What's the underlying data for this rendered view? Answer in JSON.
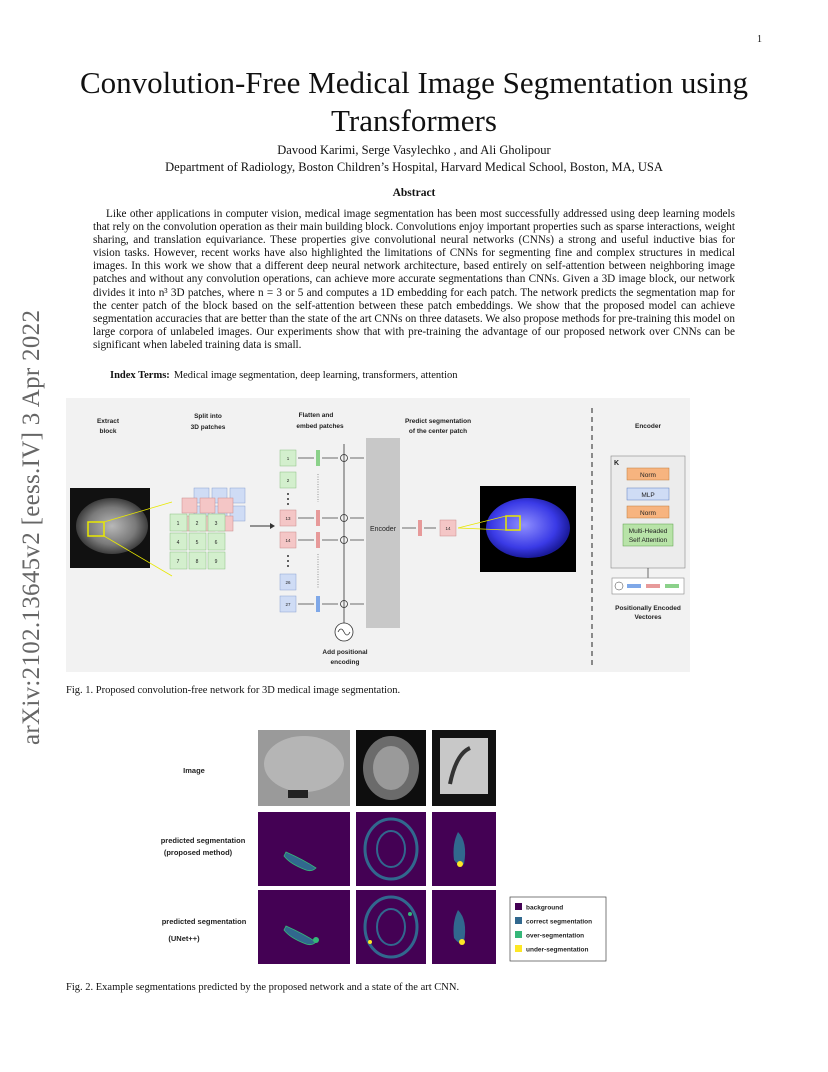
{
  "page_number": "1",
  "arxiv_stamp": "arXiv:2102.13645v2  [eess.IV]  3 Apr 2022",
  "title": "Convolution-Free Medical Image Segmentation using Transformers",
  "authors": "Davood Karimi, Serge Vasylechko , and Ali Gholipour",
  "affiliation": "Department of Radiology, Boston Children’s Hospital, Harvard Medical School, Boston, MA, USA",
  "abstract_heading": "Abstract",
  "abstract_text": "Like other applications in computer vision, medical image segmentation has been most successfully addressed using deep learning models that rely on the convolution operation as their main building block. Convolutions enjoy important properties such as sparse interactions, weight sharing, and translation equivariance. These properties give convolutional neural networks (CNNs) a strong and useful inductive bias for vision tasks. However, recent works have also highlighted the limitations of CNNs for segmenting fine and complex structures in medical images. In this work we show that a different deep neural network architecture, based entirely on self-attention between neighboring image patches and without any convolution operations, can achieve more accurate segmentations than CNNs. Given a 3D image block, our network divides it into n³ 3D patches, where n = 3 or 5 and computes a 1D embedding for each patch. The network predicts the segmentation map for the center patch of the block based on the self-attention between these patch embeddings. We show that the proposed model can achieve segmentation accuracies that are better than the state of the art CNNs on three datasets. We also propose methods for pre-training this model on large corpora of unlabeled images. Our experiments show that with pre-training the advantage of our proposed network over CNNs can be significant when labeled training data is small.",
  "index_terms_label": "Index Terms:",
  "index_terms": "Medical image segmentation, deep learning, transformers, attention",
  "figure1": {
    "caption": "Fig. 1.  Proposed convolution-free network for 3D medical image segmentation.",
    "step_extract_1": "Extract",
    "step_extract_2": "block",
    "step_split_1": "Split into",
    "step_split_2": "3D patches",
    "step_flatten_1": "Flatten and",
    "step_flatten_2": "embed patches",
    "step_predict_1": "Predict segmentation",
    "step_predict_2": "of the center patch",
    "encoder_title": "Encoder",
    "encoder_box": "Encoder",
    "k_label": "K",
    "norm_top": "Norm",
    "mlp": "MLP",
    "norm_bottom": "Norm",
    "mhsa_1": "Multi-Headed",
    "mhsa_2": "Self Attention",
    "pos_enc_1": "Positionally Encoded",
    "pos_enc_2": "Vectores",
    "add_pos_1": "Add positional",
    "add_pos_2": "encoding",
    "patch_labels": [
      "1",
      "2",
      "3",
      "4",
      "5",
      "6",
      "7",
      "8",
      "9"
    ],
    "vector_labels": [
      "1",
      "2",
      "13",
      "14",
      "26",
      "27"
    ],
    "output_patch": "14"
  },
  "figure2": {
    "caption": "Fig. 2.  Example segmentations predicted by the proposed network and a state of the art CNN.",
    "row_image": "Image",
    "row_proposed_1": "predicted segmentation",
    "row_proposed_2": "(proposed method)",
    "row_unet_1": "predicted segmentation",
    "row_unet_2": "(UNet++)",
    "legend": [
      {
        "label": "background",
        "color": "#440154"
      },
      {
        "label": "correct segmentation",
        "color": "#31688e"
      },
      {
        "label": "over-segmentation",
        "color": "#35b779"
      },
      {
        "label": "under-segmentation",
        "color": "#fde725"
      }
    ]
  }
}
